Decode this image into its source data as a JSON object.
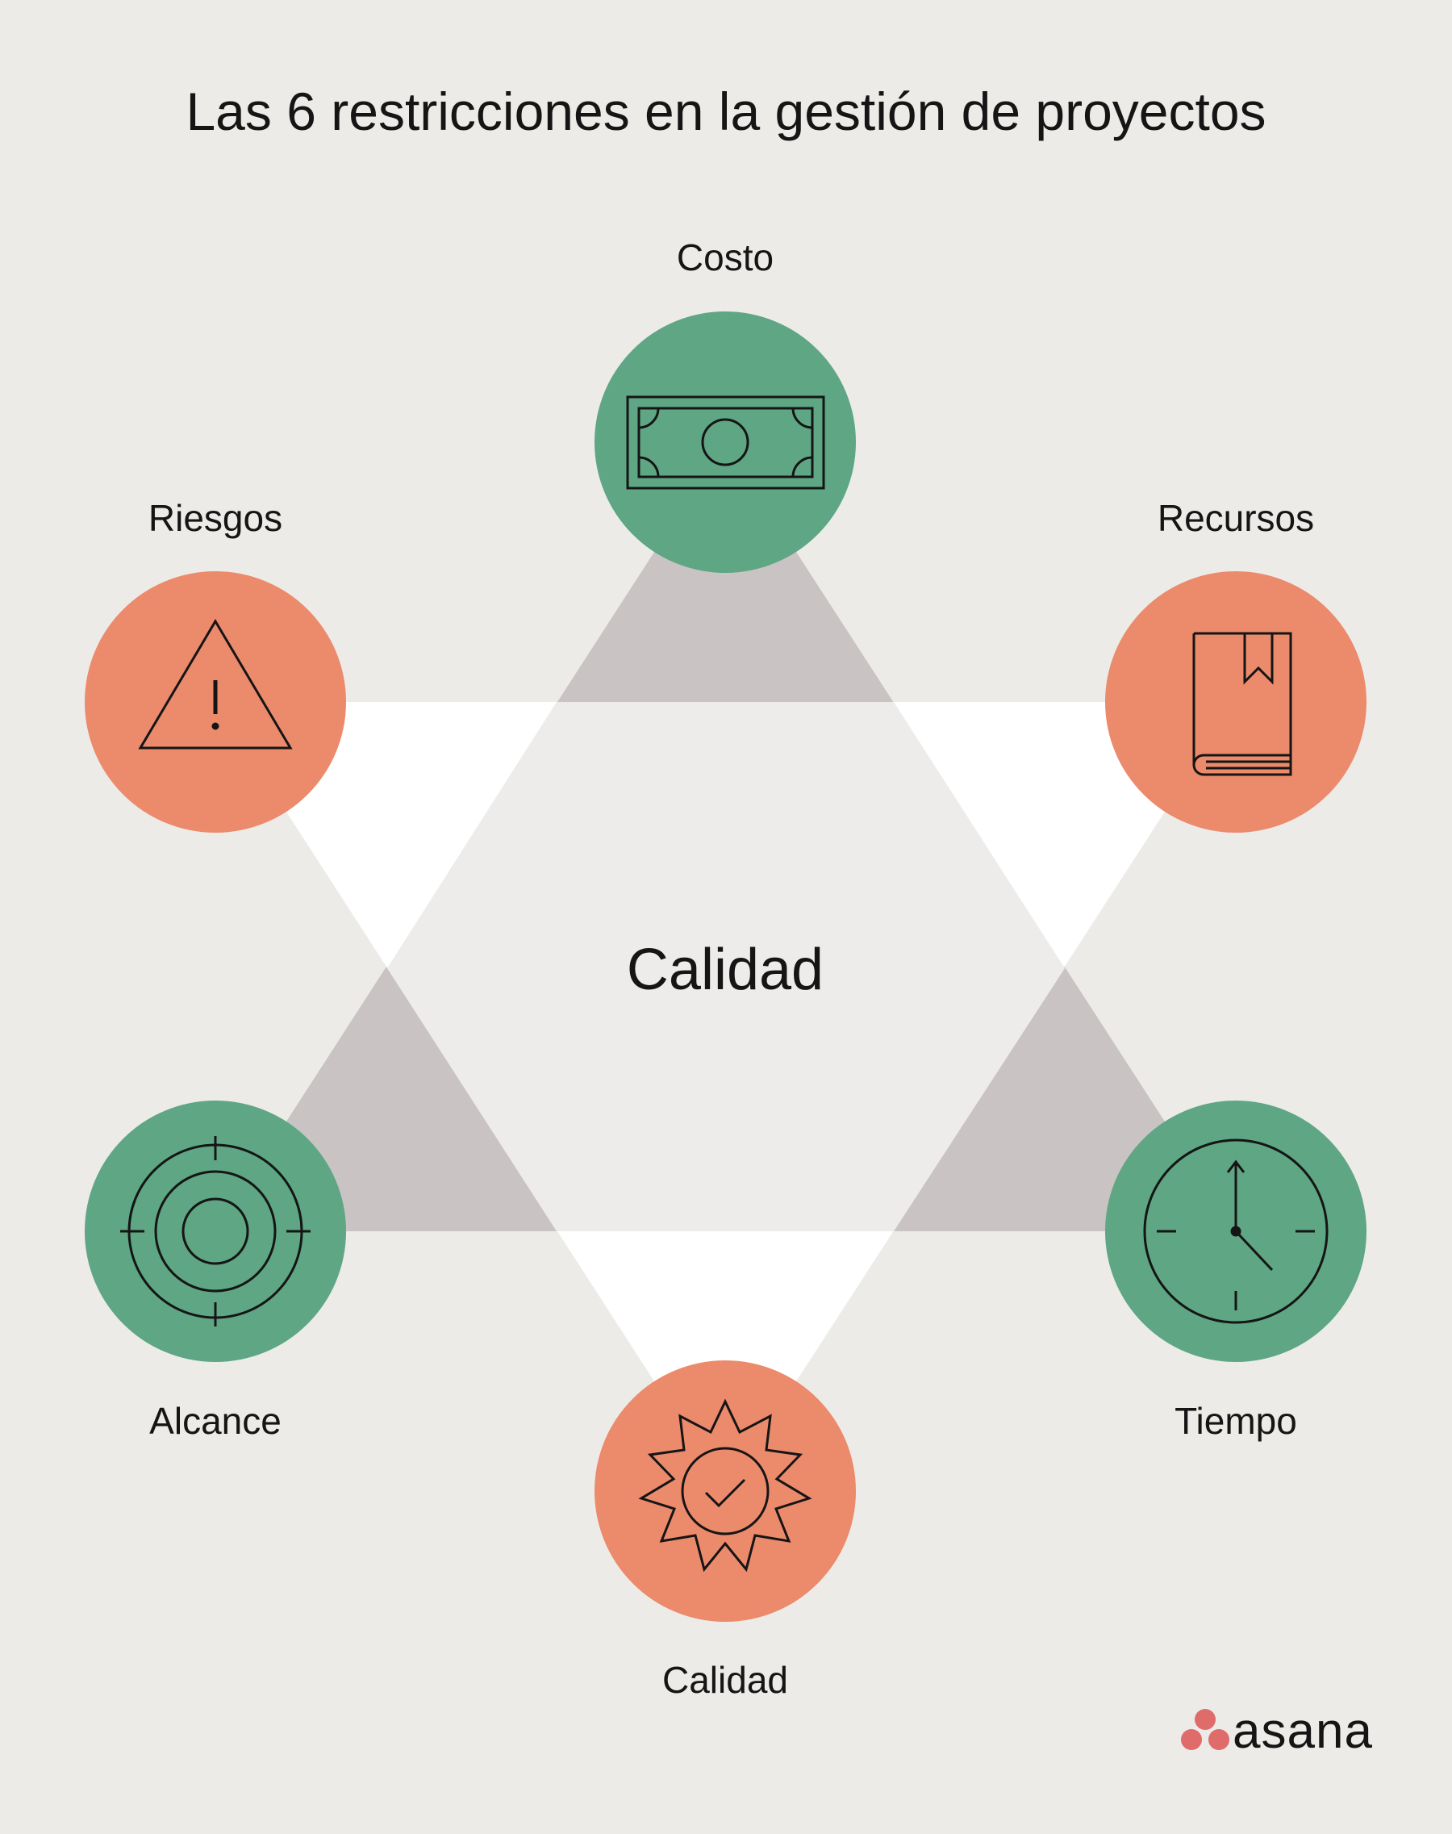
{
  "title": "Las 6 restricciones en la gestión de proyectos",
  "center_label": "Calidad",
  "constraints": [
    {
      "label": "Costo",
      "icon": "money-bill-icon",
      "color": "#5ea684"
    },
    {
      "label": "Riesgos",
      "icon": "warning-triangle-icon",
      "color": "#ec8a6c"
    },
    {
      "label": "Recursos",
      "icon": "book-icon",
      "color": "#ec8a6c"
    },
    {
      "label": "Alcance",
      "icon": "target-icon",
      "color": "#5ea684"
    },
    {
      "label": "Tiempo",
      "icon": "clock-icon",
      "color": "#5ea684"
    },
    {
      "label": "Calidad",
      "icon": "quality-badge-icon",
      "color": "#ec8a6c"
    }
  ],
  "logo": {
    "text": "asana",
    "color": "#e06b6b"
  }
}
